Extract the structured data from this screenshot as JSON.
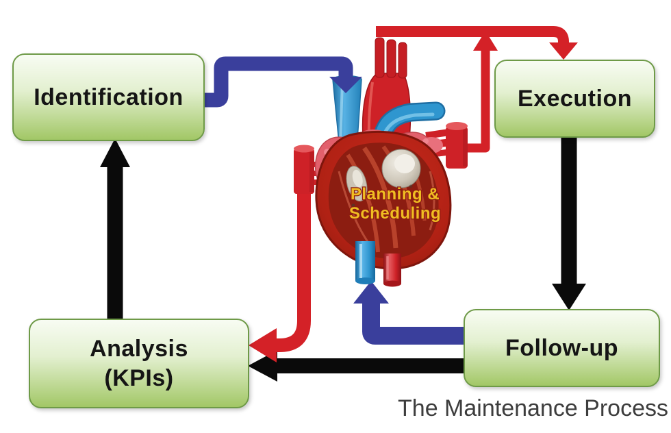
{
  "diagram": {
    "caption": "The Maintenance Process",
    "nodes": {
      "identification": {
        "label": "Identification"
      },
      "execution": {
        "label": "Execution"
      },
      "analysis": {
        "label_line1": "Analysis",
        "label_line2": "(KPIs)"
      },
      "followup": {
        "label": "Follow-up"
      }
    },
    "center": {
      "icon": "heart-illustration",
      "label_line1": "Planning &",
      "label_line2": "Scheduling"
    },
    "colors": {
      "box_green_top": "#f8fcf3",
      "box_green_bottom": "#a2c766",
      "box_border": "#6e9a47",
      "arrow_red": "#d42127",
      "arrow_blue": "#3a3f9c",
      "arrow_black": "#0a0a0a",
      "heart_text_yellow": "#f0bd22",
      "caption_gray": "#3d3d3d"
    }
  }
}
